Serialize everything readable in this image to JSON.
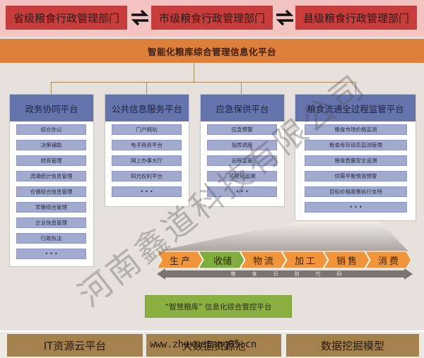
{
  "departments": [
    {
      "label": "省级粮食行政管理部门"
    },
    {
      "label": "市级粮食行政管理部门"
    },
    {
      "label": "县级粮食行政管理部门"
    }
  ],
  "swap_icon": "bidirectional-arrows-icon",
  "main_platform": {
    "label": "智能化粮库综合管理信息化平台"
  },
  "columns": [
    {
      "title": "政务协同平台",
      "items": [
        "综合办公",
        "决策辅助",
        "财务管理",
        "流通统计信息管理",
        "仓储综合信息管理",
        "军粮综合管理",
        "企业信息管理",
        "行政执法",
        "• • •"
      ]
    },
    {
      "title": "公共信息服务平台",
      "items": [
        "门户网站",
        "电子商务平台",
        "网上办事大厅",
        "阳光权利平台",
        "• • •"
      ]
    },
    {
      "title": "应急保供平台",
      "items": [
        "应急预警",
        "指挥调度",
        "远程监管",
        "可视化追溯",
        "• • •"
      ]
    },
    {
      "title": "粮食流通全过程监管平台",
      "items": [
        "粮食市场价格监测",
        "粮食库存动态监测管理",
        "粮食质量安全追溯",
        "供需平衡预测预警",
        "目标价格政策执行支持",
        "• • •"
      ]
    }
  ],
  "supply_chain": {
    "stages": [
      {
        "label": "生产",
        "color": "#f0953a"
      },
      {
        "label": "收储",
        "color": "#7fae3e"
      },
      {
        "label": "物流",
        "color": "#f0953a"
      },
      {
        "label": "加工",
        "color": "#f0953a"
      },
      {
        "label": "销售",
        "color": "#f0953a"
      },
      {
        "label": "消费",
        "color": "#f0953a"
      }
    ],
    "code_label_chars": [
      "粮",
      "食",
      "识",
      "别",
      "代",
      "码"
    ]
  },
  "smart_depot": {
    "label": "“智慧粮库” 信息化综合管控平台"
  },
  "base_layers": [
    {
      "label": "IT资源云平台"
    },
    {
      "label": "大数据资源池"
    },
    {
      "label": "数据挖掘模型"
    }
  ],
  "watermarks": {
    "company": "河南鑫道科技有限公司",
    "url": "www.zhuxuetang05.cn"
  },
  "colors": {
    "dept_red": "#c73d3b",
    "top_band_pink": "#f3c4c2",
    "main_orange": "#dd7f3a",
    "column_header_blue": "#6674ad",
    "item_blue": "#a2aad0",
    "green_platform": "#8bb042",
    "base_brown": "#a5814e"
  }
}
